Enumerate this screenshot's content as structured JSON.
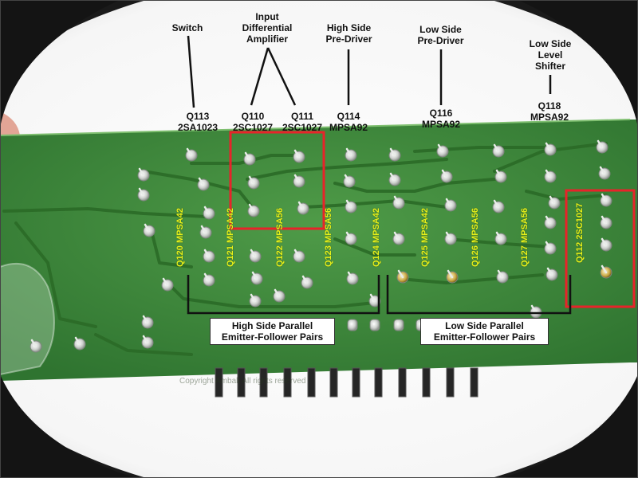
{
  "labels": {
    "switch": "Switch",
    "input_diff_amp": [
      "Input",
      "Differential",
      "Amplifier"
    ],
    "high_side_pre_driver": [
      "High Side",
      "Pre-Driver"
    ],
    "low_side_pre_driver": [
      "Low Side",
      "Pre-Driver"
    ],
    "low_side_level_shifter": [
      "Low Side",
      "Level",
      "Shifter"
    ]
  },
  "parts": {
    "q113": [
      "Q113",
      "2SA1023"
    ],
    "q110": [
      "Q110",
      "2SC1027"
    ],
    "q111": [
      "Q111",
      "2SC1027"
    ],
    "q114": [
      "Q114",
      "MPSA92"
    ],
    "q116": [
      "Q116",
      "MPSA92"
    ],
    "q118": [
      "Q118",
      "MPSA92"
    ]
  },
  "board_labels": {
    "q120": "Q120 MPSA42",
    "q121": "Q121 MPSA42",
    "q122": "Q122 MPSA56",
    "q123": "Q123 MPSA56",
    "q124": "Q124 MPSA42",
    "q125": "Q125 MPSA42",
    "q126": "Q126 MPSA56",
    "q127": "Q127 MPSA56",
    "q112": "Q112 2SC1027"
  },
  "groups": {
    "high_side": [
      "High Side Parallel",
      "Emitter-Follower Pairs"
    ],
    "low_side": [
      "Low Side Parallel",
      "Emitter-Follower Pairs"
    ]
  },
  "watermark": "Copyright Ambalt All rights reserved",
  "colors": {
    "board": "#3f8a3a",
    "highlight": "#e8232a",
    "silkscreen": "#e6f21a",
    "trace": "#2f6e2a"
  }
}
